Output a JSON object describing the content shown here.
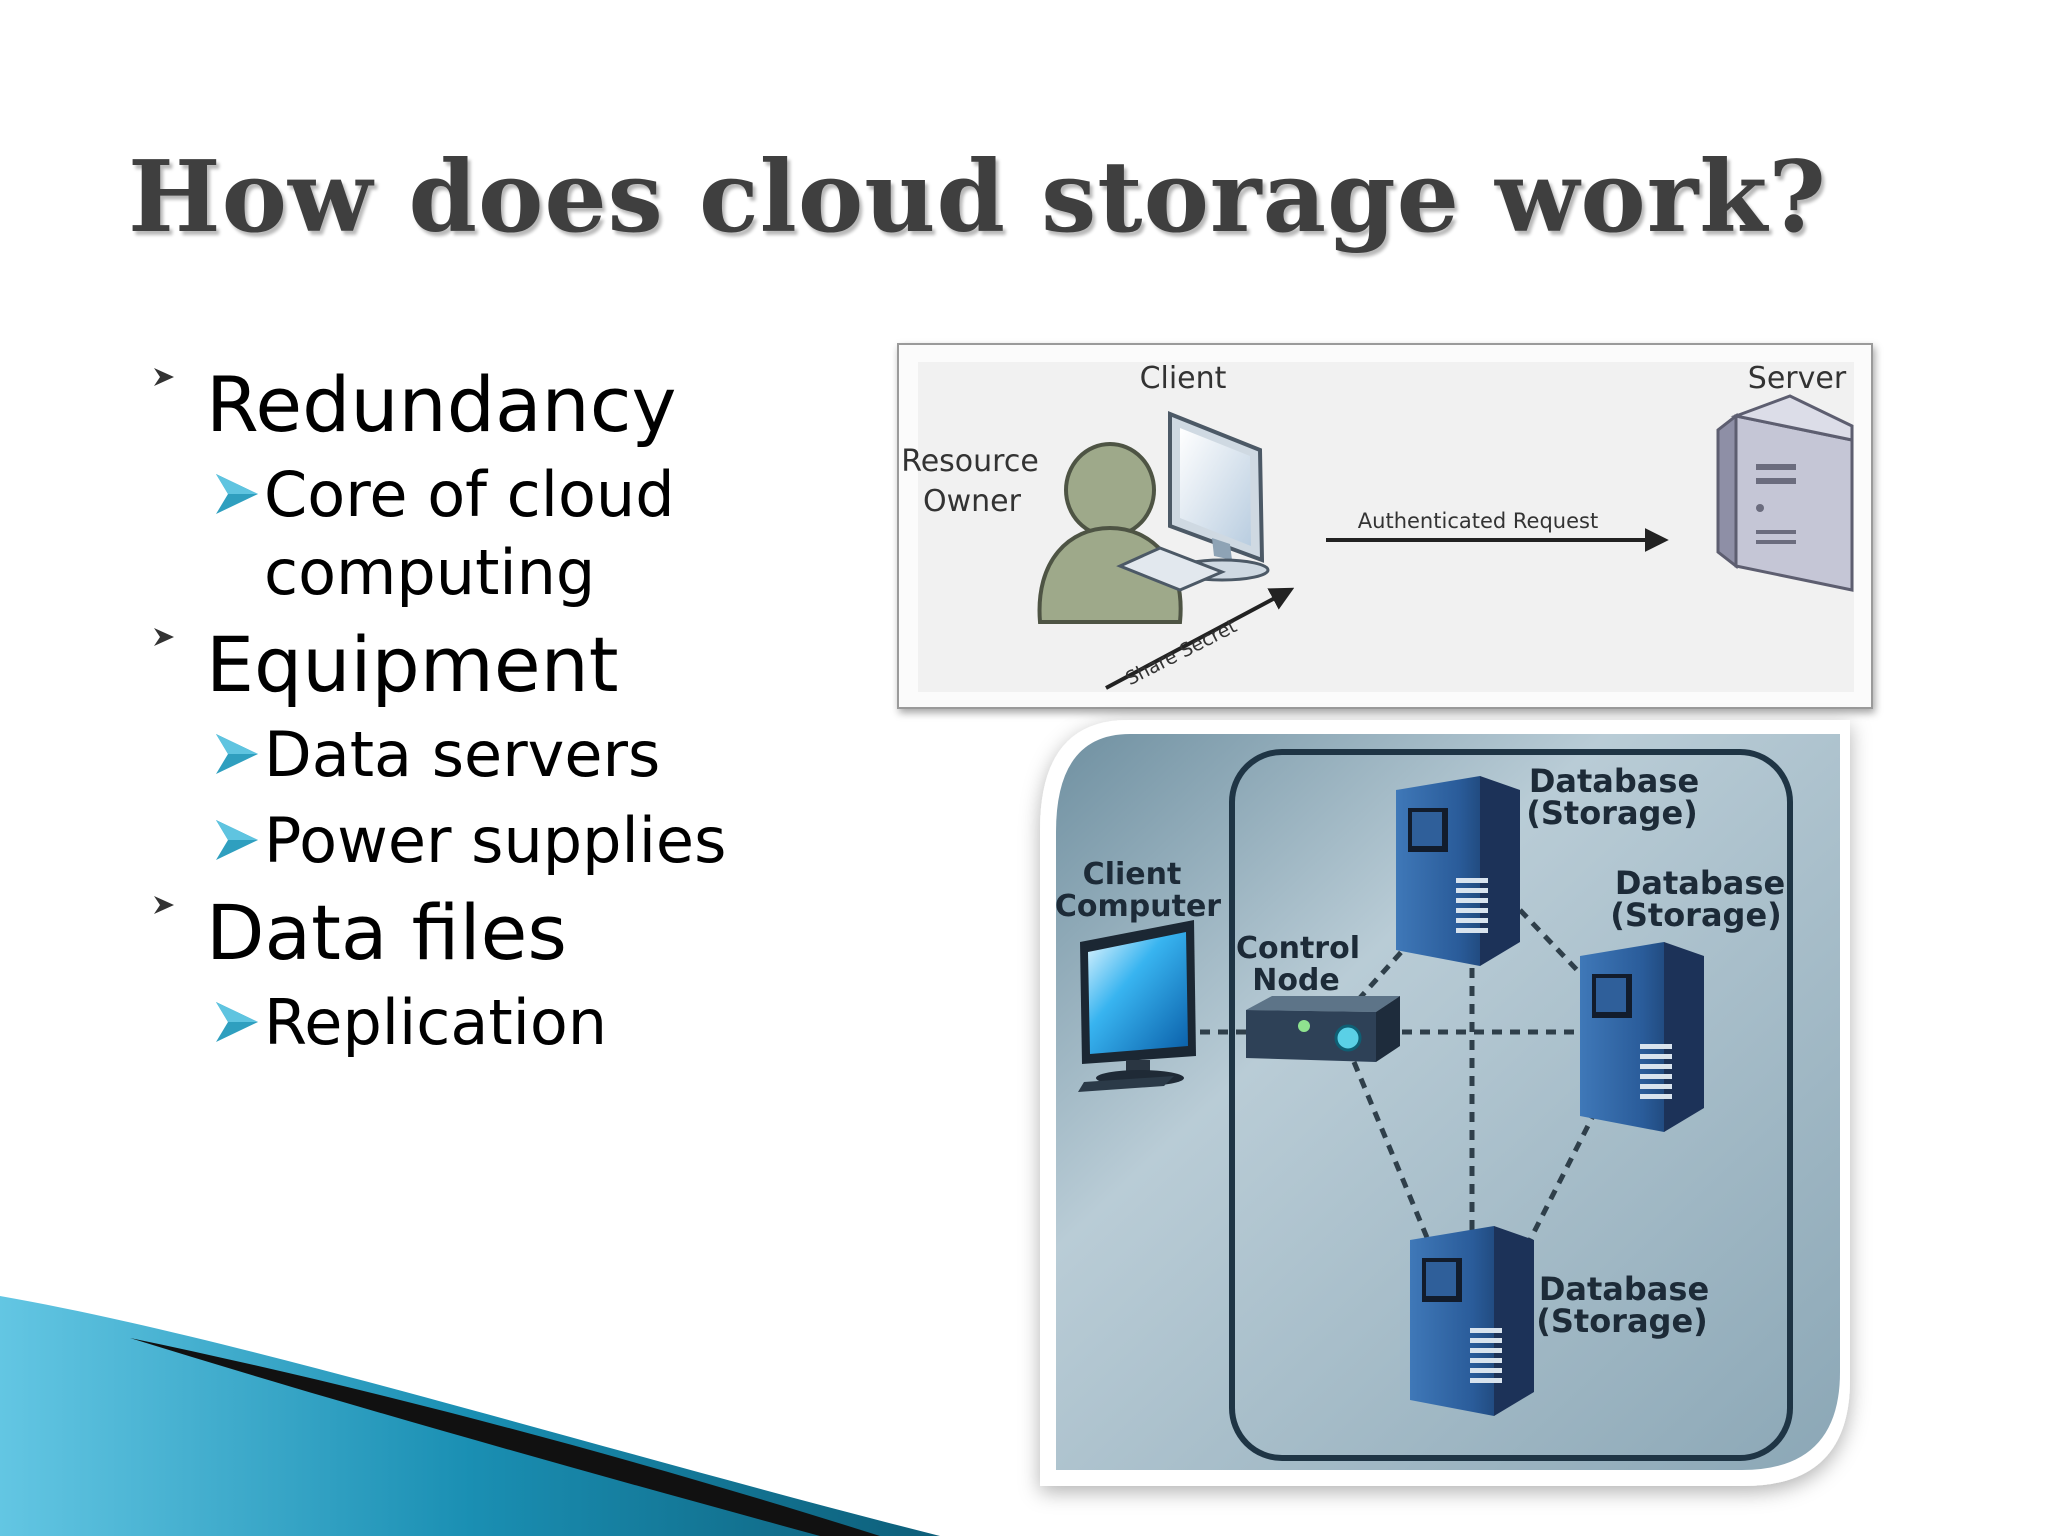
{
  "slide": {
    "title": "How does cloud storage work?",
    "bullets": [
      {
        "label": "Redundancy",
        "children": [
          "Core of cloud computing"
        ]
      },
      {
        "label": "Equipment",
        "children": [
          "Data servers",
          "Power supplies"
        ]
      },
      {
        "label": "Data files",
        "children": [
          "Replication"
        ]
      }
    ]
  },
  "figure_top": {
    "client": "Client",
    "server": "Server",
    "resource_owner_line1": "Resource",
    "resource_owner_line2": "Owner",
    "request": "Authenticated Request",
    "secret": "Share Secret"
  },
  "figure_bottom": {
    "client_computer_line1": "Client",
    "client_computer_line2": "Computer",
    "control_node_line1": "Control",
    "control_node_line2": "Node",
    "db_line1": "Database",
    "db_line2": "(Storage)"
  },
  "colors": {
    "title": "#3f3f3f",
    "bullet_arrow": "#2f9fbf",
    "panel_bg": "#9fb6c2",
    "swoosh": "#1b84a6"
  }
}
